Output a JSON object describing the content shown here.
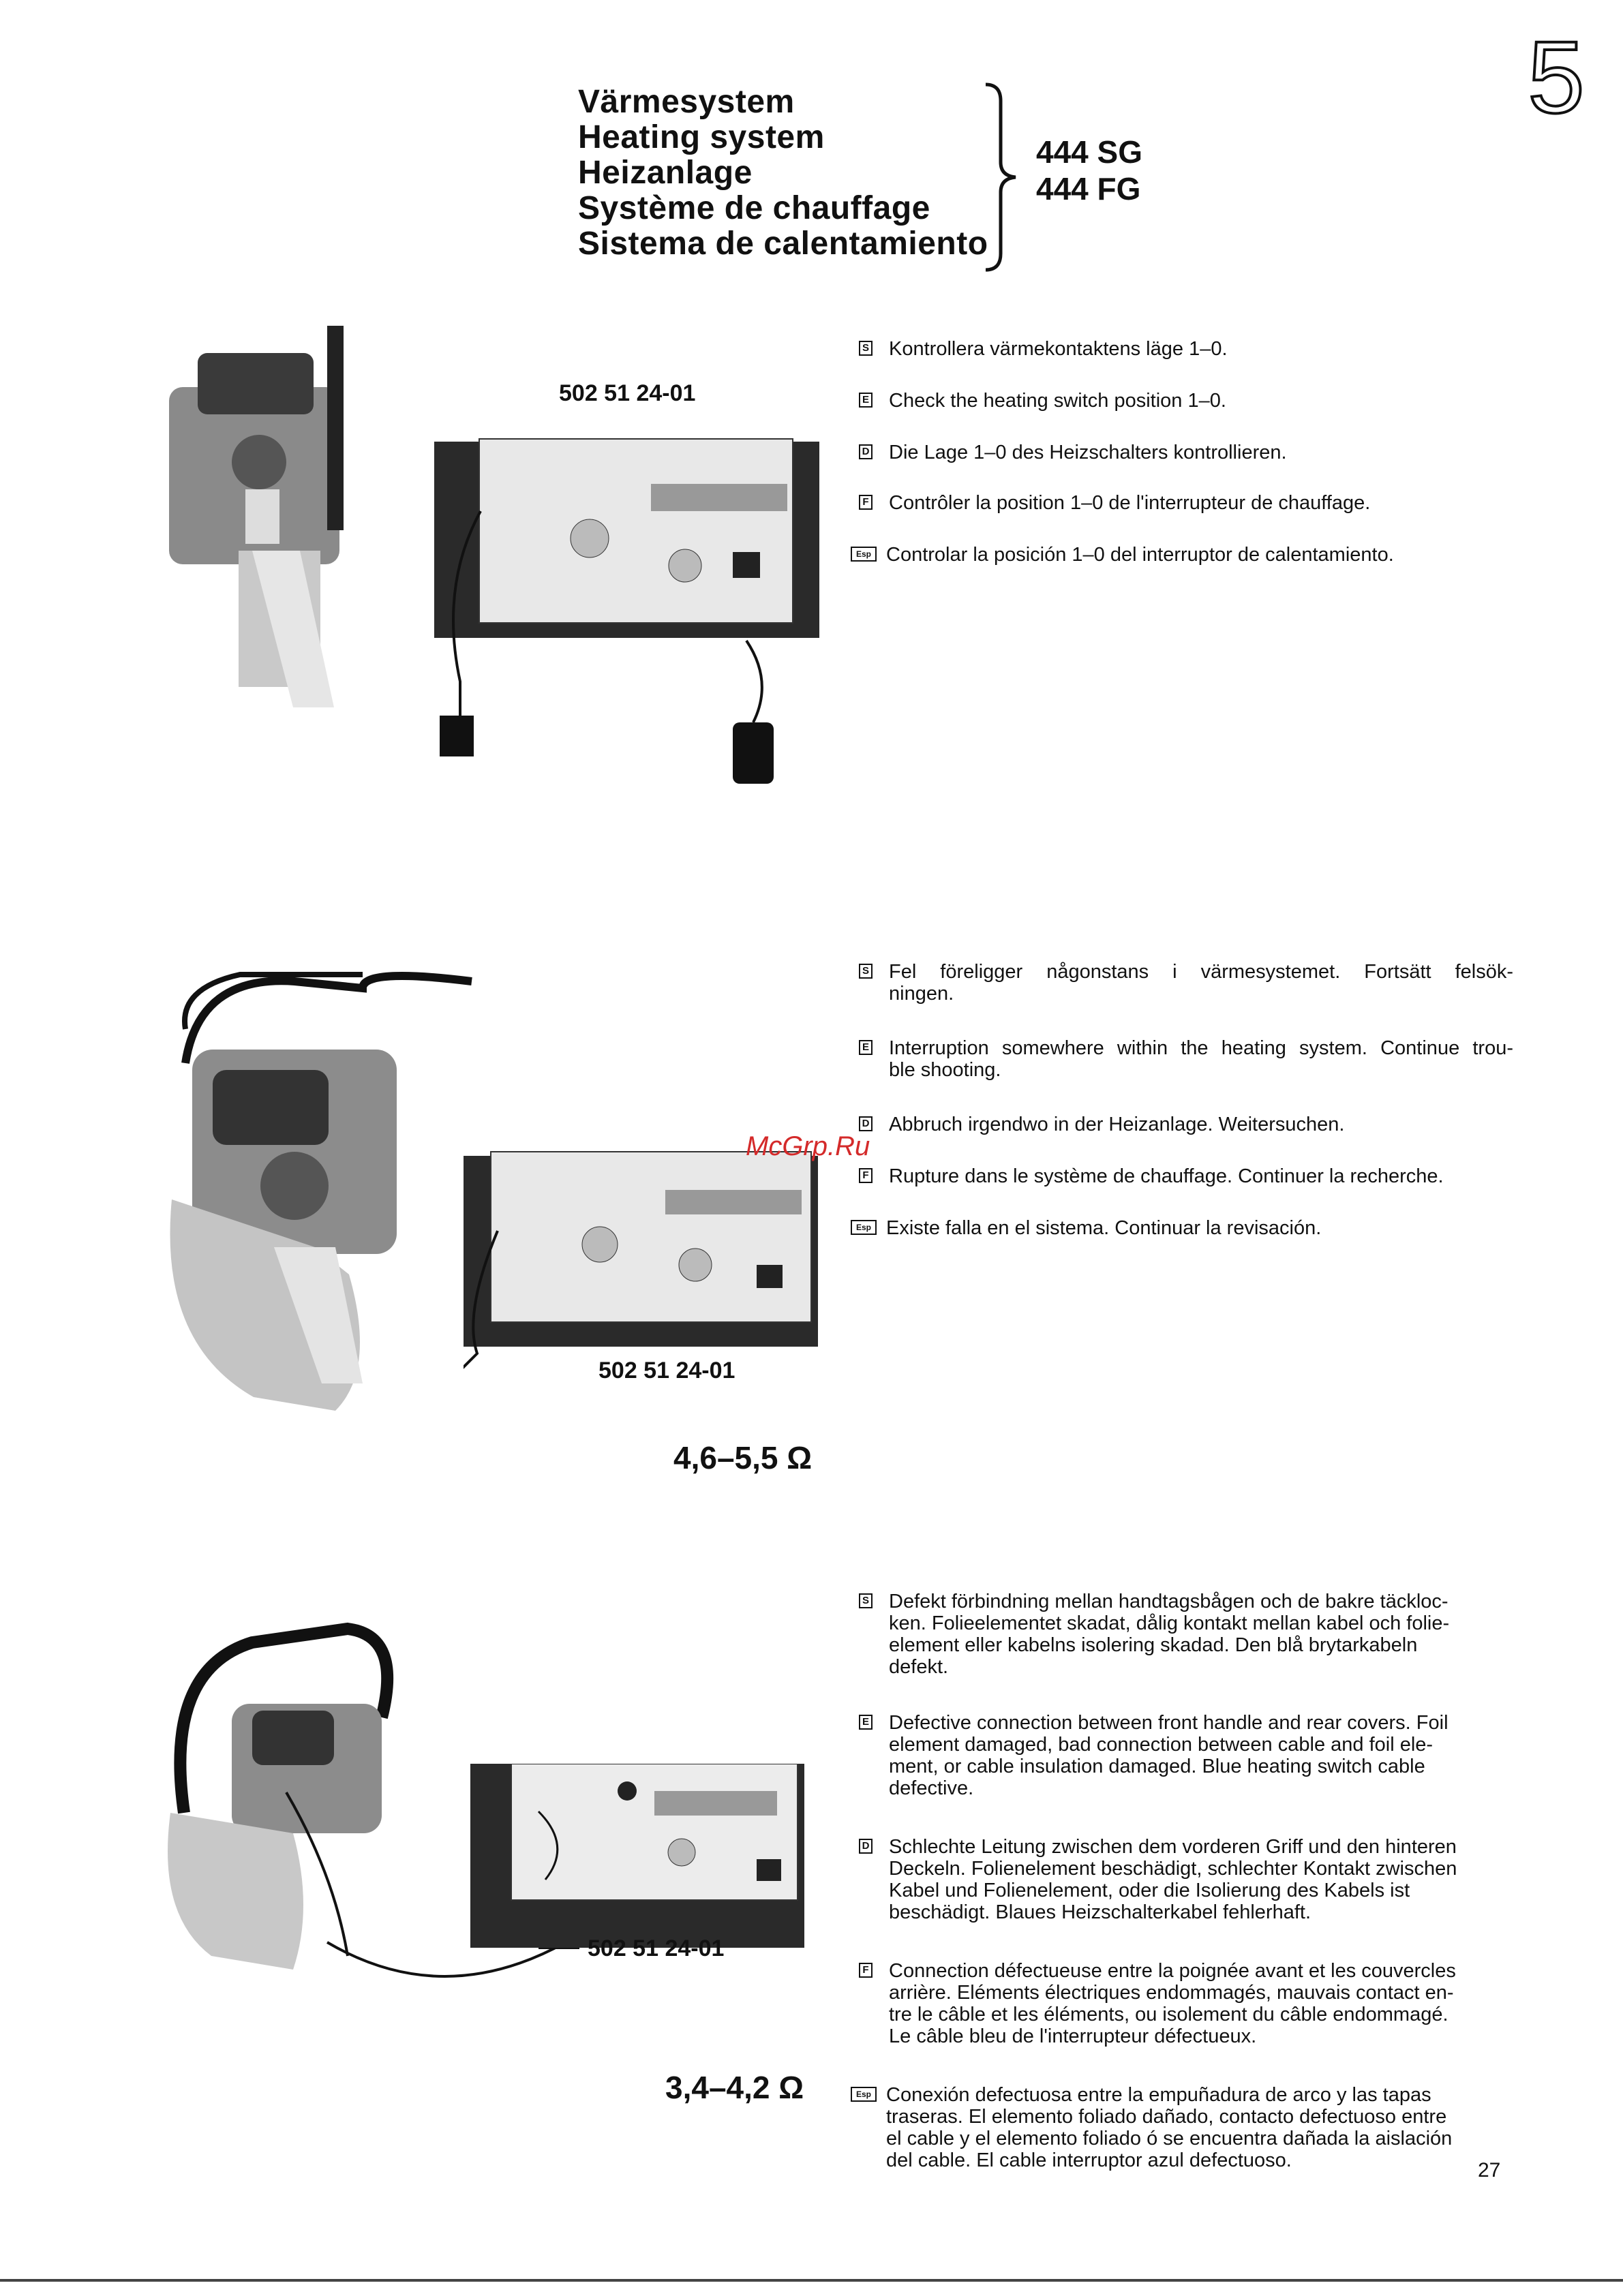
{
  "page": {
    "chapter": "5",
    "page_number": "27"
  },
  "header": {
    "titles": [
      "Värmesystem",
      "Heating system",
      "Heizanlage",
      "Système de chauffage",
      "Sistema de calentamiento"
    ],
    "models": [
      "444 SG",
      "444 FG"
    ]
  },
  "watermark": "McGrp.Ru",
  "sections": [
    {
      "part_number": "502 51 24-01",
      "resistance": "",
      "instructions": [
        {
          "lang": "S",
          "lines": [
            "Kontrollera värmekontaktens läge 1–0."
          ]
        },
        {
          "lang": "E",
          "lines": [
            "Check the heating switch position 1–0."
          ]
        },
        {
          "lang": "D",
          "lines": [
            "Die Lage 1–0 des Heizschalters kontrollieren."
          ]
        },
        {
          "lang": "F",
          "lines": [
            "Contrôler la position 1–0 de l'interrupteur de chauffage."
          ]
        },
        {
          "lang": "Esp",
          "lines": [
            "Controlar la posición 1–0 del interruptor de calentamiento."
          ]
        }
      ]
    },
    {
      "part_number": "502 51 24-01",
      "resistance": "4,6–5,5 Ω",
      "instructions": [
        {
          "lang": "S",
          "lines": [
            "Fel föreligger någonstans i värmesystemet. Fortsätt felsök-",
            "ningen."
          ]
        },
        {
          "lang": "E",
          "lines": [
            "Interruption somewhere within the heating system. Continue trou-",
            "ble shooting."
          ]
        },
        {
          "lang": "D",
          "lines": [
            "Abbruch irgendwo in der Heizanlage. Weitersuchen."
          ]
        },
        {
          "lang": "F",
          "lines": [
            "Rupture dans le système de chauffage. Continuer la recherche."
          ]
        },
        {
          "lang": "Esp",
          "lines": [
            "Existe falla en el sistema. Continuar la revisación."
          ]
        }
      ]
    },
    {
      "part_number": "502 51 24-01",
      "resistance": "3,4–4,2 Ω",
      "instructions": [
        {
          "lang": "S",
          "lines": [
            "Defekt förbindning mellan handtagsbågen och de bakre täckloc-",
            "ken. Folieelementet skadat, dålig kontakt mellan kabel och folie-",
            "element eller kabelns isolering skadad. Den blå brytarkabeln",
            "defekt."
          ]
        },
        {
          "lang": "E",
          "lines": [
            "Defective connection between front handle and rear covers. Foil",
            "element damaged, bad connection between cable and foil ele-",
            "ment, or cable insulation damaged. Blue heating switch cable",
            "defective."
          ]
        },
        {
          "lang": "D",
          "lines": [
            "Schlechte Leitung zwischen dem vorderen Griff und den hinteren",
            "Deckeln. Folienelement beschädigt, schlechter Kontakt zwischen",
            "Kabel und Folienelement, oder die Isolierung des Kabels ist",
            "beschädigt. Blaues Heizschalterkabel fehlerhaft."
          ]
        },
        {
          "lang": "F",
          "lines": [
            "Connection défectueuse entre la poignée avant et les couvercles",
            "arrière. Eléments électriques endommagés, mauvais contact en-",
            "tre le câble et les éléments, ou isolement du câble endommagé.",
            "Le câble bleu de l'interrupteur défectueux."
          ]
        },
        {
          "lang": "Esp",
          "lines": [
            "Conexión defectuosa entre la empuñadura de arco y las tapas",
            "traseras. El elemento foliado dañado, contacto defectuoso entre",
            "el cable y el elemento foliado ó se encuentra dañada la aislación",
            "del cable. El cable interruptor azul defectuoso."
          ]
        }
      ]
    }
  ]
}
